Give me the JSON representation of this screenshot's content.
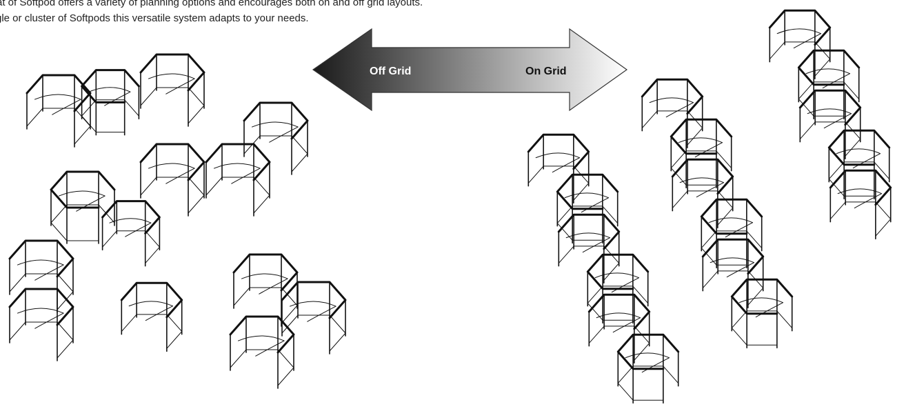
{
  "intro": {
    "line1": "Format of Softpod offers a variety of planning options and encourages both on and off grid layouts.",
    "line2": "gle or cluster of Softpods this versatile system adapts to your needs."
  },
  "arrow": {
    "left_label": "Off Grid",
    "right_label": "On Grid",
    "gradient_start": "#1a1a1a",
    "gradient_end": "#ffffff"
  },
  "illustrations": {
    "off_grid": "off-grid-pod-clusters",
    "on_grid": "on-grid-pod-rows"
  }
}
